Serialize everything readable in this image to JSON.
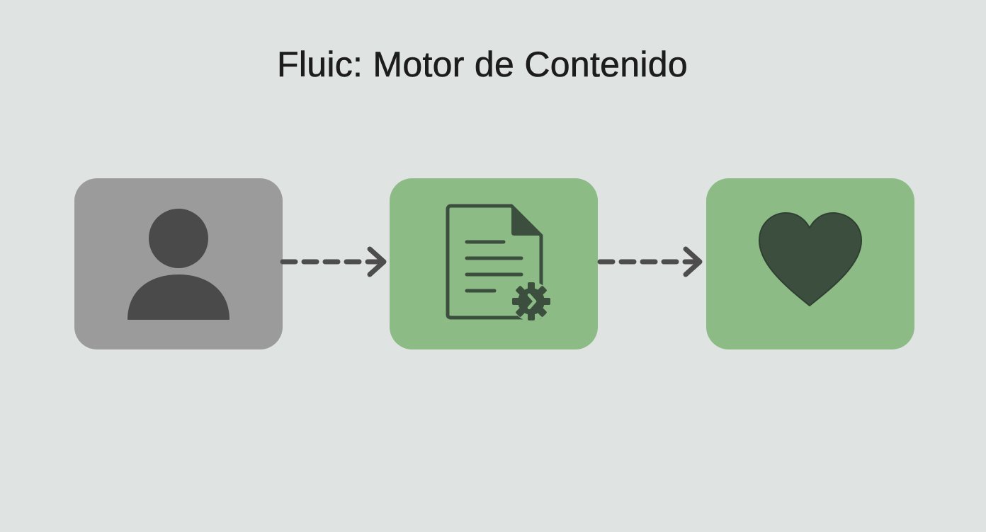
{
  "title": "Fluic: Motor de Contenido",
  "nodes": [
    {
      "id": "user",
      "icon": "user-icon",
      "color": "#9b9b9b"
    },
    {
      "id": "content",
      "icon": "document-gear-icon",
      "color": "#8cbb86"
    },
    {
      "id": "engagement",
      "icon": "heart-icon",
      "color": "#8cbb86"
    }
  ],
  "edges": [
    {
      "from": "user",
      "to": "content",
      "style": "dashed-arrow"
    },
    {
      "from": "content",
      "to": "engagement",
      "style": "dashed-arrow"
    }
  ],
  "colors": {
    "background": "#dfe3e2",
    "icon_dark_gray": "#4a4a4a",
    "icon_dark_green": "#3c4f3f",
    "arrow": "#4d4d4d"
  }
}
